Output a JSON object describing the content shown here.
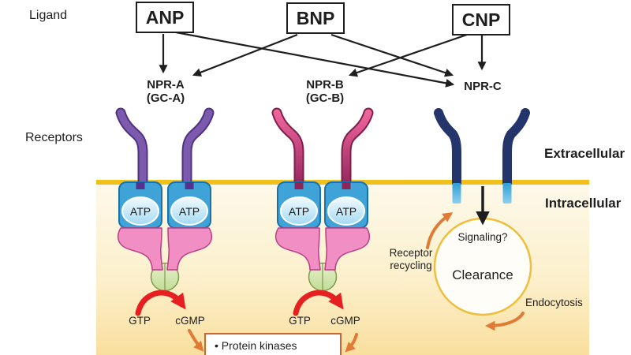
{
  "ligand_section": {
    "label": "Ligand"
  },
  "receptor_section": {
    "label": "Receptors"
  },
  "membrane": {
    "outside_label": "Extracellular",
    "inside_label": "Intracellular"
  },
  "ligands": {
    "anp": "ANP",
    "bnp": "BNP",
    "cnp": "CNP"
  },
  "receptors": {
    "npr_a": {
      "name": "NPR-A",
      "gc": "(GC-A)"
    },
    "npr_b": {
      "name": "NPR-B",
      "gc": "(GC-B)"
    },
    "npr_c": {
      "name": "NPR-C"
    }
  },
  "binding": [
    {
      "from": "ANP",
      "to": "NPR-A"
    },
    {
      "from": "ANP",
      "to": "NPR-C"
    },
    {
      "from": "BNP",
      "to": "NPR-A"
    },
    {
      "from": "BNP",
      "to": "NPR-C"
    },
    {
      "from": "CNP",
      "to": "NPR-B"
    },
    {
      "from": "CNP",
      "to": "NPR-C"
    }
  ],
  "catalysis": {
    "atp": "ATP",
    "gtp": "GTP",
    "cgmp": "cGMP"
  },
  "npr_c_pathway": {
    "signaling": "Signaling?",
    "clearance": "Clearance",
    "recycling_line1": "Receptor",
    "recycling_line2": "recycling",
    "endocytosis": "Endocytosis"
  },
  "downstream": {
    "protein_kinases": "• Protein kinases"
  },
  "colors": {
    "membrane": "#F2C01D",
    "cytoplasm_top": "#FDF9EA",
    "cytoplasm_bottom": "#F9DF9E",
    "npr_a_receptor": "#7C5AAE",
    "npr_b_receptor_top": "#F1679F",
    "npr_b_receptor_bottom": "#92245A",
    "npr_c_receptor": "#24356B",
    "transmembrane_stub": "#45AADF",
    "atp_domain": "#3FA3D8",
    "kinase_domain": "#F18FC5",
    "cyclase_domain": "#D4E8AC",
    "clearance_circle_border": "#EFBE3C",
    "activity_arrow": "#E62020",
    "trafficking_arrow": "#E07B35",
    "effect_box_border": "#D2622E"
  }
}
